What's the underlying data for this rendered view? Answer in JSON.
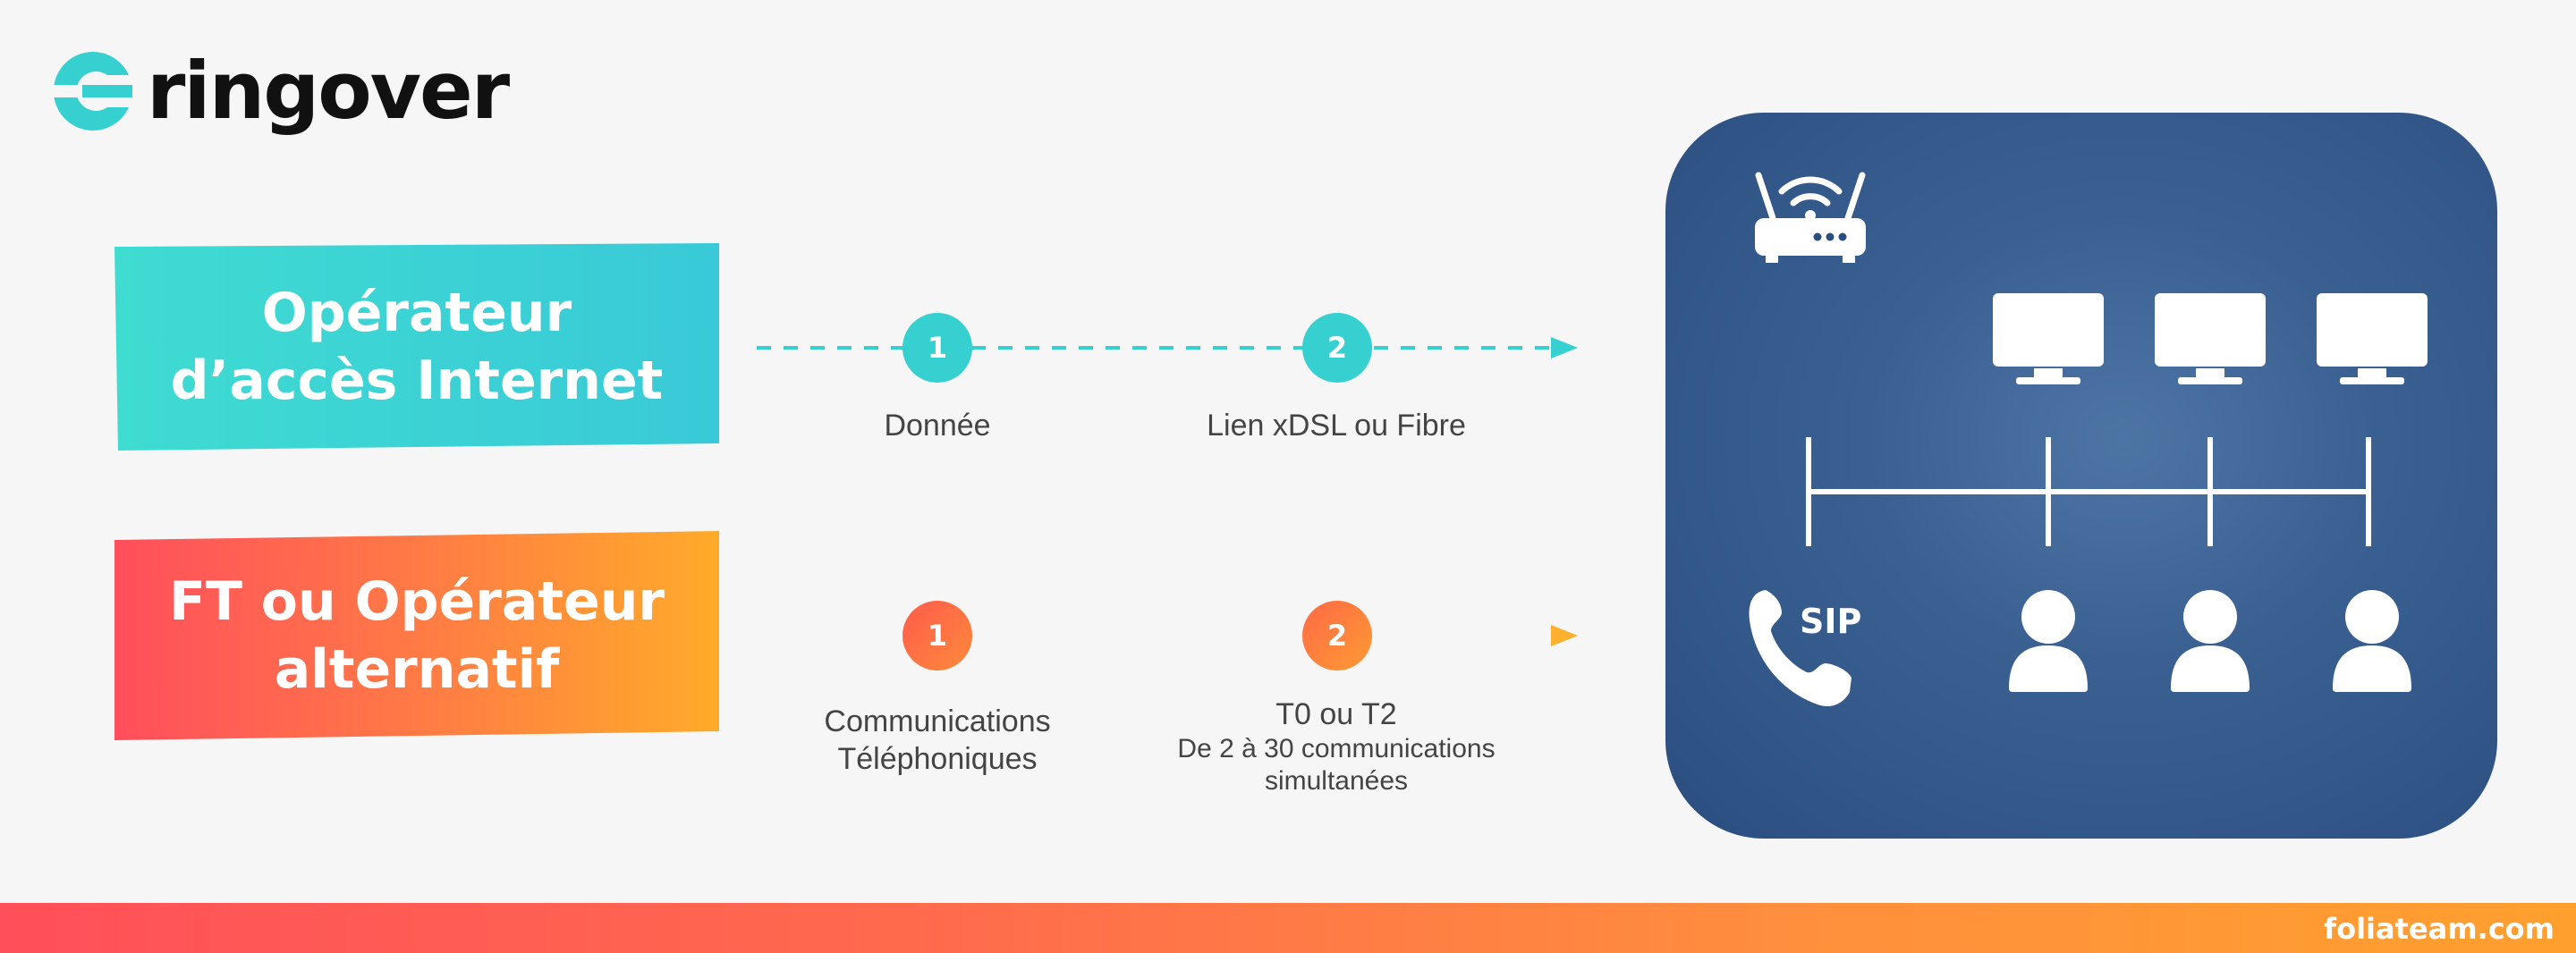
{
  "brand": {
    "name": "ringover",
    "color": "#35d0cf",
    "logo_icon": "ring-c-icon"
  },
  "operators": [
    {
      "id": "internet",
      "label_line1": "Opérateur",
      "label_line2": "d’accès Internet",
      "color": "#3fdcd1"
    },
    {
      "id": "phone",
      "label_line1": "FT ou Opérateur",
      "label_line2": "alternatif",
      "color_start": "#ff4e5d",
      "color_end": "#ffab2a"
    }
  ],
  "flows": {
    "internet": {
      "steps": [
        {
          "number": "1",
          "label": "Donnée"
        },
        {
          "number": "2",
          "label": "Lien xDSL ou Fibre"
        }
      ],
      "line_color": "#35d0cf"
    },
    "phone": {
      "steps": [
        {
          "number": "1",
          "label_line1": "Communications",
          "label_line2": "Téléphoniques"
        },
        {
          "number": "2",
          "label_line1": "T0 ou T2",
          "label_line2": "De 2 à 30 communications",
          "label_line3": "simultanées"
        }
      ],
      "line_color_start": "#ff5b4c",
      "line_color_end": "#ffb02e"
    }
  },
  "network_panel": {
    "background": "#2b4e80",
    "top_devices": [
      "wifi-router-icon",
      "monitor-icon",
      "monitor-icon",
      "monitor-icon"
    ],
    "bottom_devices": [
      "sip-phone-icon",
      "user-icon",
      "user-icon",
      "user-icon"
    ],
    "sip_label": "SIP"
  },
  "footer": {
    "credit": "foliateam.com"
  }
}
